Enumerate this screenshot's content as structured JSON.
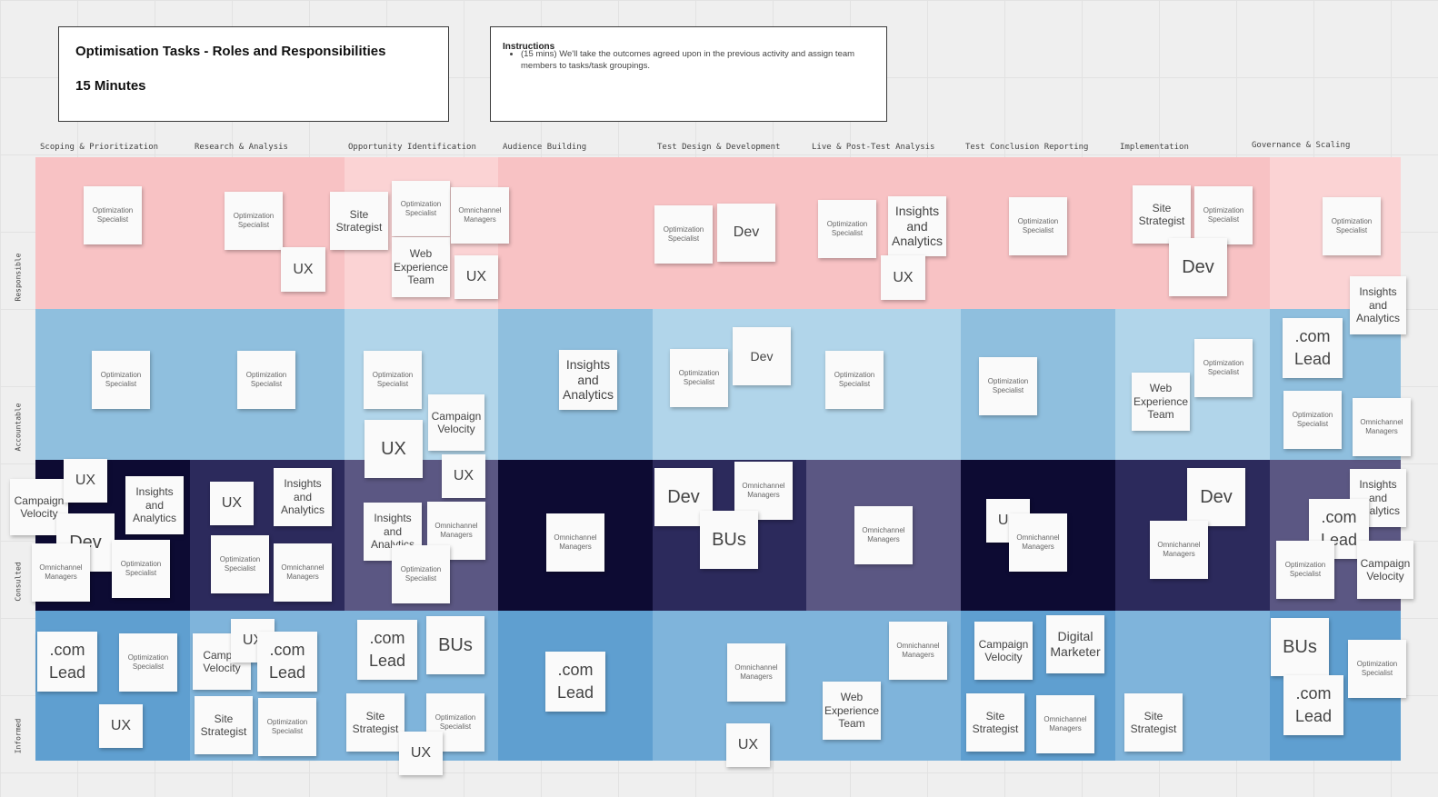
{
  "board": {
    "title": "Optimisation Tasks - Roles and Responsibilities",
    "duration": "15 Minutes",
    "instructions": {
      "heading": "Instructions",
      "items": [
        "(15 mins) We'll take the outcomes agreed upon in the previous activity and assign team members to tasks/task groupings."
      ]
    }
  },
  "columns": [
    "Scoping & Prioritization",
    "Research & Analysis",
    "Opportunity Identification",
    "Audience Building",
    "Test Design & Development",
    "Live & Post-Test Analysis",
    "Test Conclusion Reporting",
    "Implementation",
    "Governance & Scaling"
  ],
  "rows": [
    "Responsible",
    "Accountable",
    "Consulted",
    "Informed"
  ],
  "colors": {
    "responsible": "#f8c2c4",
    "responsible_light": "#fbd3d4",
    "accountable": "#8fbfde",
    "accountable_light": "#b1d5ea",
    "consulted_dark": "#0d0b33",
    "consulted_mid": "#2c2a5c",
    "consulted_light": "#5b5783",
    "informed": "#5f9fd0",
    "informed_light": "#7fb4db",
    "note": "#fafafa"
  },
  "notes": [
    "Optimization Specialist",
    "Optimization Specialist",
    "UX",
    "Site Strategist",
    "Optimization Specialist",
    "Web Experience Team",
    "Omnichannel Managers",
    "UX",
    "Optimization Specialist",
    "Dev",
    "Optimization Specialist",
    "Insights and Analytics",
    "UX",
    "Optimization Specialist",
    "Site Strategist",
    "Optimization Specialist",
    "Dev",
    "Optimization Specialist",
    "Insights and Analytics",
    "Optimization Specialist",
    "Optimization Specialist",
    "Optimization Specialist",
    "UX",
    "Campaign Velocity",
    "Insights and Analytics",
    "Optimization Specialist",
    "Dev",
    "Optimization Specialist",
    "Optimization Specialist",
    "Web Experience Team",
    "Optimization Specialist",
    ".com Lead",
    "Optimization Specialist",
    "Omnichannel Managers",
    "Campaign Velocity",
    "UX",
    "Dev",
    "Insights and Analytics",
    "Omnichannel Managers",
    "Optimization Specialist",
    "UX",
    "Insights and Analytics",
    "Optimization Specialist",
    "Omnichannel Managers",
    "UX",
    "Insights and Analytics",
    "Omnichannel Managers",
    "Optimization Specialist",
    "Omnichannel Managers",
    "Dev",
    "Omnichannel Managers",
    "BUs",
    "Omnichannel Managers",
    "UX",
    "Omnichannel Managers",
    "Dev",
    "Omnichannel Managers",
    "Insights and Analytics",
    ".com Lead",
    "Optimization Specialist",
    "Campaign Velocity",
    ".com Lead",
    "Optimization Specialist",
    "UX",
    "Campai Velocity",
    "UX",
    ".com Lead",
    "Site Strategist",
    "Optimization Specialist",
    ".com Lead",
    "BUs",
    "Site Strategist",
    "Optimization Specialist",
    "UX",
    ".com Lead",
    "Omnichannel Managers",
    "UX",
    "Omnichannel Managers",
    "Web Experience Team",
    "Campaign Velocity",
    "Digital Marketer",
    "Site Strategist",
    "Omnichannel Managers",
    "Site Strategist",
    "BUs",
    "Optimization Specialist",
    ".com Lead"
  ]
}
